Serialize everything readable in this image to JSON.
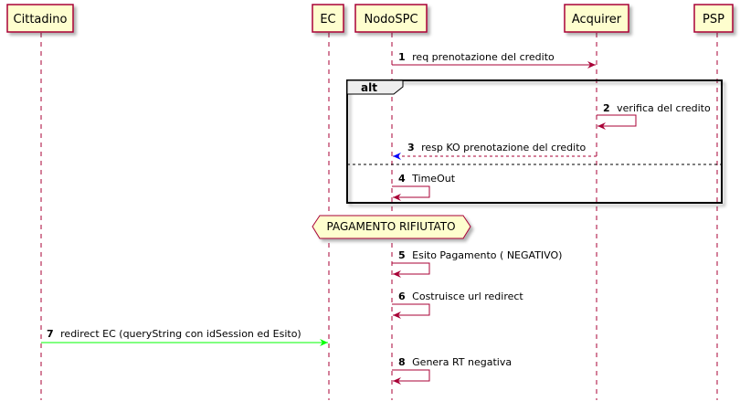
{
  "diagram": {
    "participants": [
      {
        "id": "cittadino",
        "label": "Cittadino"
      },
      {
        "id": "ec",
        "label": "EC"
      },
      {
        "id": "nodospc",
        "label": "NodoSPC"
      },
      {
        "id": "acquirer",
        "label": "Acquirer"
      },
      {
        "id": "psp",
        "label": "PSP"
      }
    ],
    "messages": [
      {
        "num": "1",
        "text": "req prenotazione del credito",
        "from": "nodospc",
        "to": "acquirer",
        "style": "solid",
        "color": "#A80036"
      },
      {
        "num": "2",
        "text": "verifica del credito",
        "from": "acquirer",
        "to": "acquirer",
        "style": "self",
        "color": "#A80036"
      },
      {
        "num": "3",
        "text": "resp KO prenotazione del credito",
        "from": "acquirer",
        "to": "nodospc",
        "style": "dashed",
        "color": "#0000FF"
      },
      {
        "num": "4",
        "text": "TimeOut",
        "from": "nodospc",
        "to": "nodospc",
        "style": "self",
        "color": "#A80036"
      },
      {
        "num": "5",
        "text": "Esito Pagamento ( NEGATIVO)",
        "from": "nodospc",
        "to": "nodospc",
        "style": "self",
        "color": "#A80036"
      },
      {
        "num": "6",
        "text": "Costruisce url redirect",
        "from": "nodospc",
        "to": "nodospc",
        "style": "self",
        "color": "#A80036"
      },
      {
        "num": "7",
        "text": "redirect EC (queryString con idSession ed Esito)",
        "from": "cittadino",
        "to": "ec",
        "style": "solid",
        "color": "#00FF00"
      },
      {
        "num": "8",
        "text": "Genera RT negativa",
        "from": "nodospc",
        "to": "nodospc",
        "style": "self",
        "color": "#A80036"
      }
    ],
    "alt_fragment": {
      "label": "alt"
    },
    "hexagon_note": {
      "text": "PAGAMENTO RIFIUTATO"
    },
    "colors": {
      "participant_fill": "#FEFECE",
      "participant_border": "#A80036",
      "lifeline": "#A80036",
      "arrow": "#A80036",
      "return_arrow": "#0000FF",
      "redirect_arrow": "#00FF00",
      "frame_header": "#EEEEEE"
    }
  }
}
